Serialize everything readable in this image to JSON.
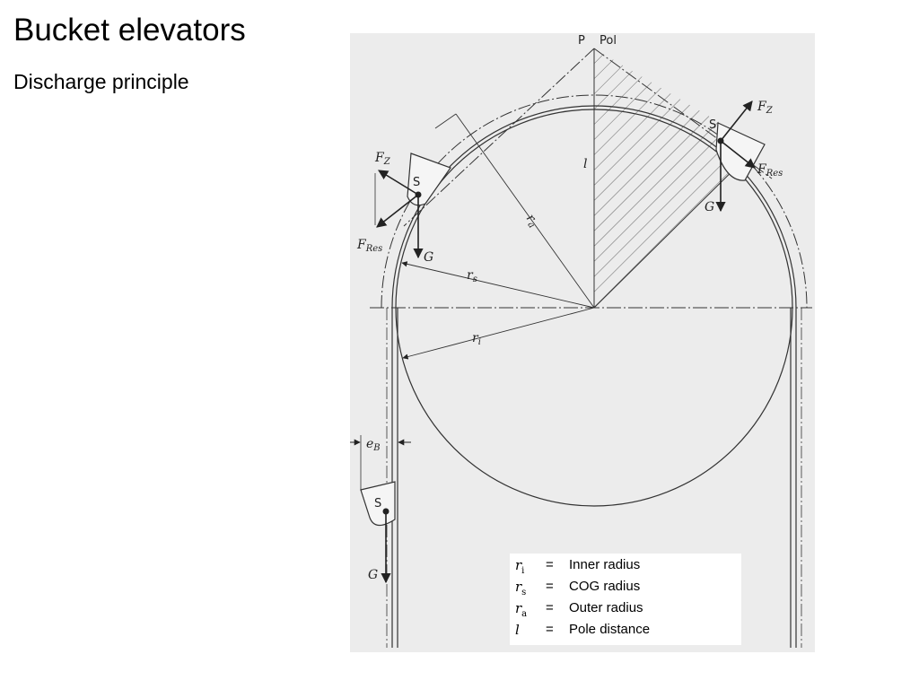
{
  "slide": {
    "title": "Bucket elevators",
    "subtitle": "Discharge principle"
  },
  "diagram": {
    "labels": {
      "pole_p": "P",
      "pole_word": "Pol",
      "pole_distance": "l",
      "outer_radius": "r",
      "outer_radius_sub": "a",
      "cog_radius": "r",
      "cog_radius_sub": "s",
      "inner_radius": "r",
      "inner_radius_sub": "i",
      "centrifugal_force": "F",
      "centrifugal_force_sub": "Z",
      "resultant_force": "F",
      "resultant_force_sub": "Res",
      "weight_force": "G",
      "center_of_gravity": "S",
      "eccentricity": "e",
      "eccentricity_sub": "B"
    }
  },
  "legend": [
    {
      "symbol": "r",
      "sub": "i",
      "eq": "=",
      "desc": "Inner radius"
    },
    {
      "symbol": "r",
      "sub": "s",
      "eq": "=",
      "desc": "COG radius"
    },
    {
      "symbol": "r",
      "sub": "a",
      "eq": "=",
      "desc": "Outer radius"
    },
    {
      "symbol": "l",
      "sub": "",
      "eq": "=",
      "desc": "Pole distance"
    }
  ]
}
